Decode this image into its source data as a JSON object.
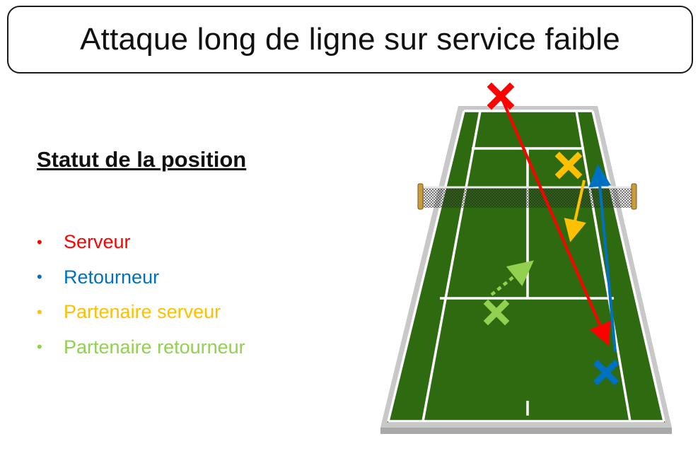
{
  "title": "Attaque long de ligne sur service faible",
  "legend": {
    "heading": "Statut de la position",
    "items": [
      {
        "label": "Serveur",
        "color": "#ff0000"
      },
      {
        "label": "Retourneur",
        "color": "#0070c0"
      },
      {
        "label": "Partenaire serveur",
        "color": "#ffc000"
      },
      {
        "label": "Partenaire retourneur",
        "color": "#92d050"
      }
    ]
  },
  "colors": {
    "court_green": "#2d6a10",
    "court_surround": "#c8c8c8",
    "lines": "#ffffff",
    "serveur": "#ff0000",
    "retourneur": "#0070c0",
    "partenaire_serveur": "#ffc000",
    "partenaire_retourneur": "#92d050"
  },
  "icons": {
    "player_marker": "x-cross-icon"
  }
}
